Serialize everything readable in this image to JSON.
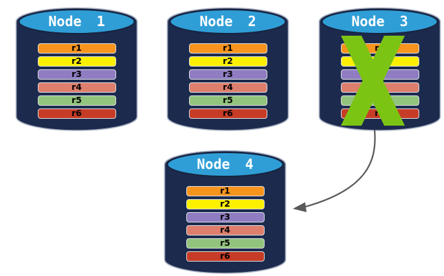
{
  "diagram": {
    "type": "database-replication-failover",
    "nodes": [
      {
        "name": "Node 1",
        "failed": false
      },
      {
        "name": "Node 2",
        "failed": false
      },
      {
        "name": "Node 3",
        "failed": true
      },
      {
        "name": "Node 4",
        "failed": false
      }
    ],
    "replicas": [
      {
        "id": "r1",
        "color": "#F7941E"
      },
      {
        "id": "r2",
        "color": "#FCF000"
      },
      {
        "id": "r3",
        "color": "#8F7CC1"
      },
      {
        "id": "r4",
        "color": "#DE7E6C"
      },
      {
        "id": "r5",
        "color": "#93C47D"
      },
      {
        "id": "r6",
        "color": "#C63C26"
      }
    ],
    "colors": {
      "background": "#FFFFFF",
      "cylinder_body": "#1C2A4D",
      "cylinder_side_outline": "#A8B0C2",
      "cylinder_top": "#2F9ED7",
      "cylinder_top_outline": "#17243F",
      "node_label": "#FFFFFF",
      "bar_label": "#000000",
      "bar_border": "#D8DCE0",
      "failure_x": "#7CC414",
      "arrow": "#595959"
    },
    "arrow": {
      "from": "Node 3",
      "to": "Node 4"
    }
  }
}
